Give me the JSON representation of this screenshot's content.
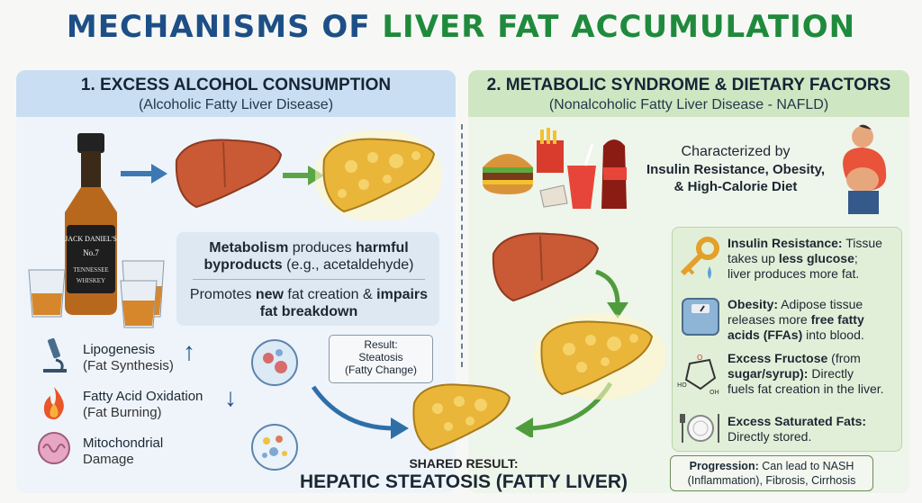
{
  "title": {
    "part1": "MECHANISMS OF ",
    "part2": "LIVER FAT ACCUMULATION"
  },
  "left": {
    "heading": "1. EXCESS ALCOHOL CONSUMPTION",
    "subheading": "(Alcoholic Fatty Liver Disease)",
    "bottle_label": {
      "brand": "JACK DANIEL'S",
      "no": "No.7",
      "line1": "TENNESSEE",
      "line2": "WHISKEY"
    },
    "metabolism": {
      "b1": "Metabolism",
      "t1": " produces ",
      "b2": "harmful byproducts",
      "t2": " (e.g., acetaldehyde)"
    },
    "promotes": {
      "t1": "Promotes ",
      "b1": "new",
      "t2": " fat creation & ",
      "b2": "impairs fat breakdown"
    },
    "items": [
      {
        "title": "Lipogenesis",
        "sub": "(Fat Synthesis)",
        "icon": "microscope-icon",
        "arrow": "↑"
      },
      {
        "title": "Fatty Acid Oxidation",
        "sub": "(Fat Burning)",
        "icon": "flame-icon",
        "arrow": "↓"
      },
      {
        "title": "Mitochondrial",
        "sub": "Damage",
        "icon": "mitochondria-icon",
        "arrow": ""
      }
    ],
    "result": {
      "label": "Result:",
      "line1": "Steatosis",
      "line2": "(Fatty Change)"
    }
  },
  "right": {
    "heading": "2. METABOLIC SYNDROME & DIETARY FACTORS",
    "subheading": "(Nonalcoholic Fatty Liver Disease - NAFLD)",
    "characterized": {
      "line1": "Characterized by",
      "line2": "Insulin Resistance, Obesity,",
      "line3": "& High-Calorie Diet"
    },
    "factors": [
      {
        "bold": "Insulin Resistance:",
        "l1": " Tissue",
        "l2a": "takes up ",
        "l2b": "less glucose",
        "l2c": ";",
        "l3": "liver produces more fat.",
        "icon": "key-icon"
      },
      {
        "bold": "Obesity:",
        "l1": " Adipose tissue",
        "l2a": "releases more ",
        "l2b": "free fatty",
        "l2c": "",
        "l3": "acids (FFAs)",
        "l3b": " into blood.",
        "icon": "scale-icon"
      },
      {
        "bold": "Excess Fructose",
        "l1": " (from",
        "l2a": "",
        "l2b": "sugar/syrup):",
        "l2c": " Directly",
        "l3": "fuels fat creation in the liver.",
        "icon": "fructose-icon"
      },
      {
        "bold": "Excess Saturated Fats:",
        "l1": "",
        "l2a": "Directly stored.",
        "l2b": "",
        "l2c": "",
        "l3": "",
        "icon": "plate-icon"
      }
    ],
    "progression": {
      "bold": "Progression:",
      "t1": " Can lead to NASH",
      "line2": "(Inflammation), Fibrosis, Cirrhosis"
    }
  },
  "shared": {
    "label": "SHARED RESULT:",
    "result": "HEPATIC STEATOSIS (FATTY LIVER)"
  },
  "colors": {
    "title_blue": "#1d4f86",
    "title_green": "#1f8a3c",
    "liver": "#c95a35",
    "fatty_liver": "#e9b63a"
  }
}
